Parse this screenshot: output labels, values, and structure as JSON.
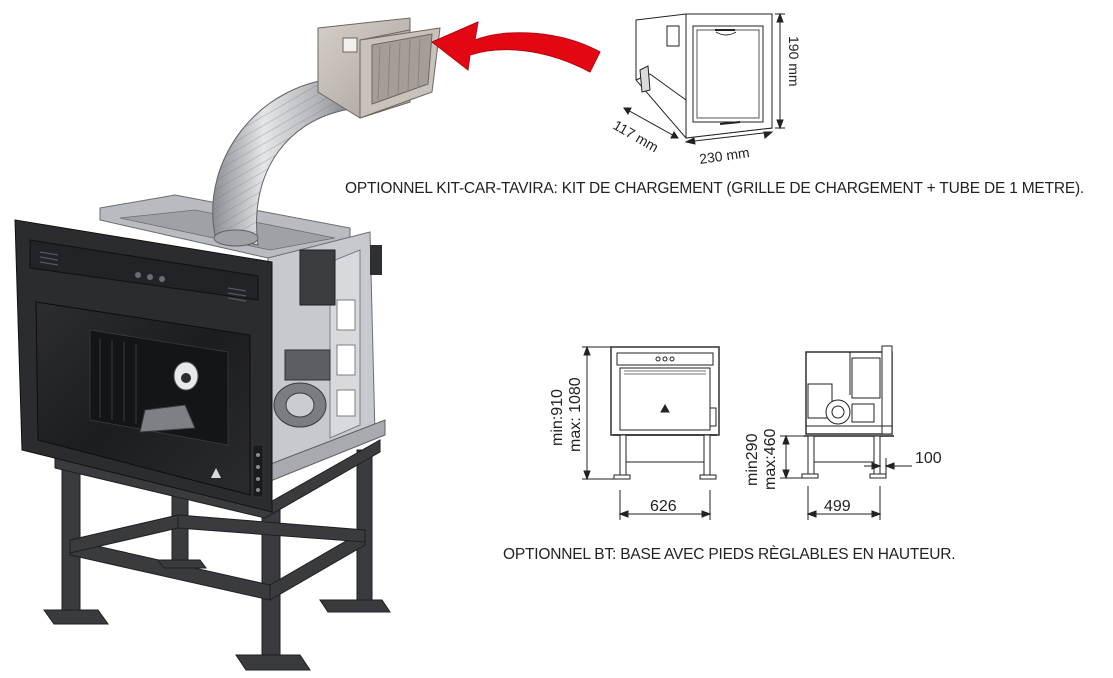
{
  "captions": {
    "kit": "OPTIONNEL KIT-CAR-TAVIRA: KIT DE CHARGEMENT (GRILLE DE CHARGEMENT + TUBE DE 1 METRE).",
    "base": "OPTIONNEL BT: BASE AVEC PIEDS RÈGLABLES EN HAUTEUR."
  },
  "grille_dimensions": {
    "height": "190 mm",
    "width": "230 mm",
    "depth": "117 mm"
  },
  "base_dimensions": {
    "front_height_min": "min:910",
    "front_height_max": "max: 1080",
    "front_width": "626",
    "side_height_min": "min290",
    "side_height_max": "max:460",
    "side_depth": "499",
    "side_offset": "100"
  },
  "colors": {
    "arrow": "#e30613",
    "metal": "#c9ccd0",
    "dark": "#2e2f33",
    "line": "#222222"
  }
}
